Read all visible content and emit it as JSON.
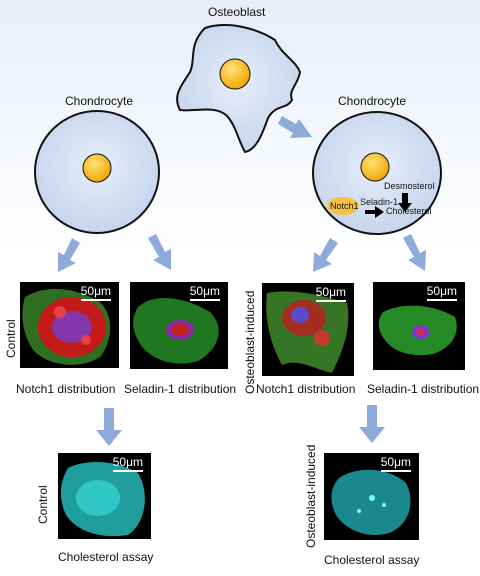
{
  "diagram": {
    "osteoblast_label": "Osteoblast",
    "chondrocyte_left_label": "Chondrocyte",
    "chondrocyte_right_label": "Chondrocyte",
    "desmosterol_label": "Desmosterol",
    "notch1_label": "Notch1",
    "seladin_label": "Seladin-1",
    "cholesterol_label": "Cholesterol"
  },
  "panels": {
    "row_label_control": "Control",
    "row_label_induced": "Osteoblast-induced",
    "scale_bar": "50μm",
    "notch1_caption_left": "Notch1 distribution",
    "seladin_caption_left": "Seladin-1 distribution",
    "notch1_caption_right": "Notch1 distribution",
    "seladin_caption_right": "Seladin-1 distribution",
    "cholesterol_caption_left": "Cholesterol assay",
    "cholesterol_caption_right": "Cholesterol assay",
    "cholesterol_label_left": "Control",
    "cholesterol_label_right": "Osteoblast-induced"
  },
  "colors": {
    "cell_fill": "#cfdcf0",
    "nucleus": "#f5b800",
    "arrow": "#8eaadb",
    "notch_stain": "#d42020",
    "actin_stain": "#2fae2f",
    "dapi_stain": "#6a4cff",
    "cholesterol_stain": "#2fd0d0"
  }
}
